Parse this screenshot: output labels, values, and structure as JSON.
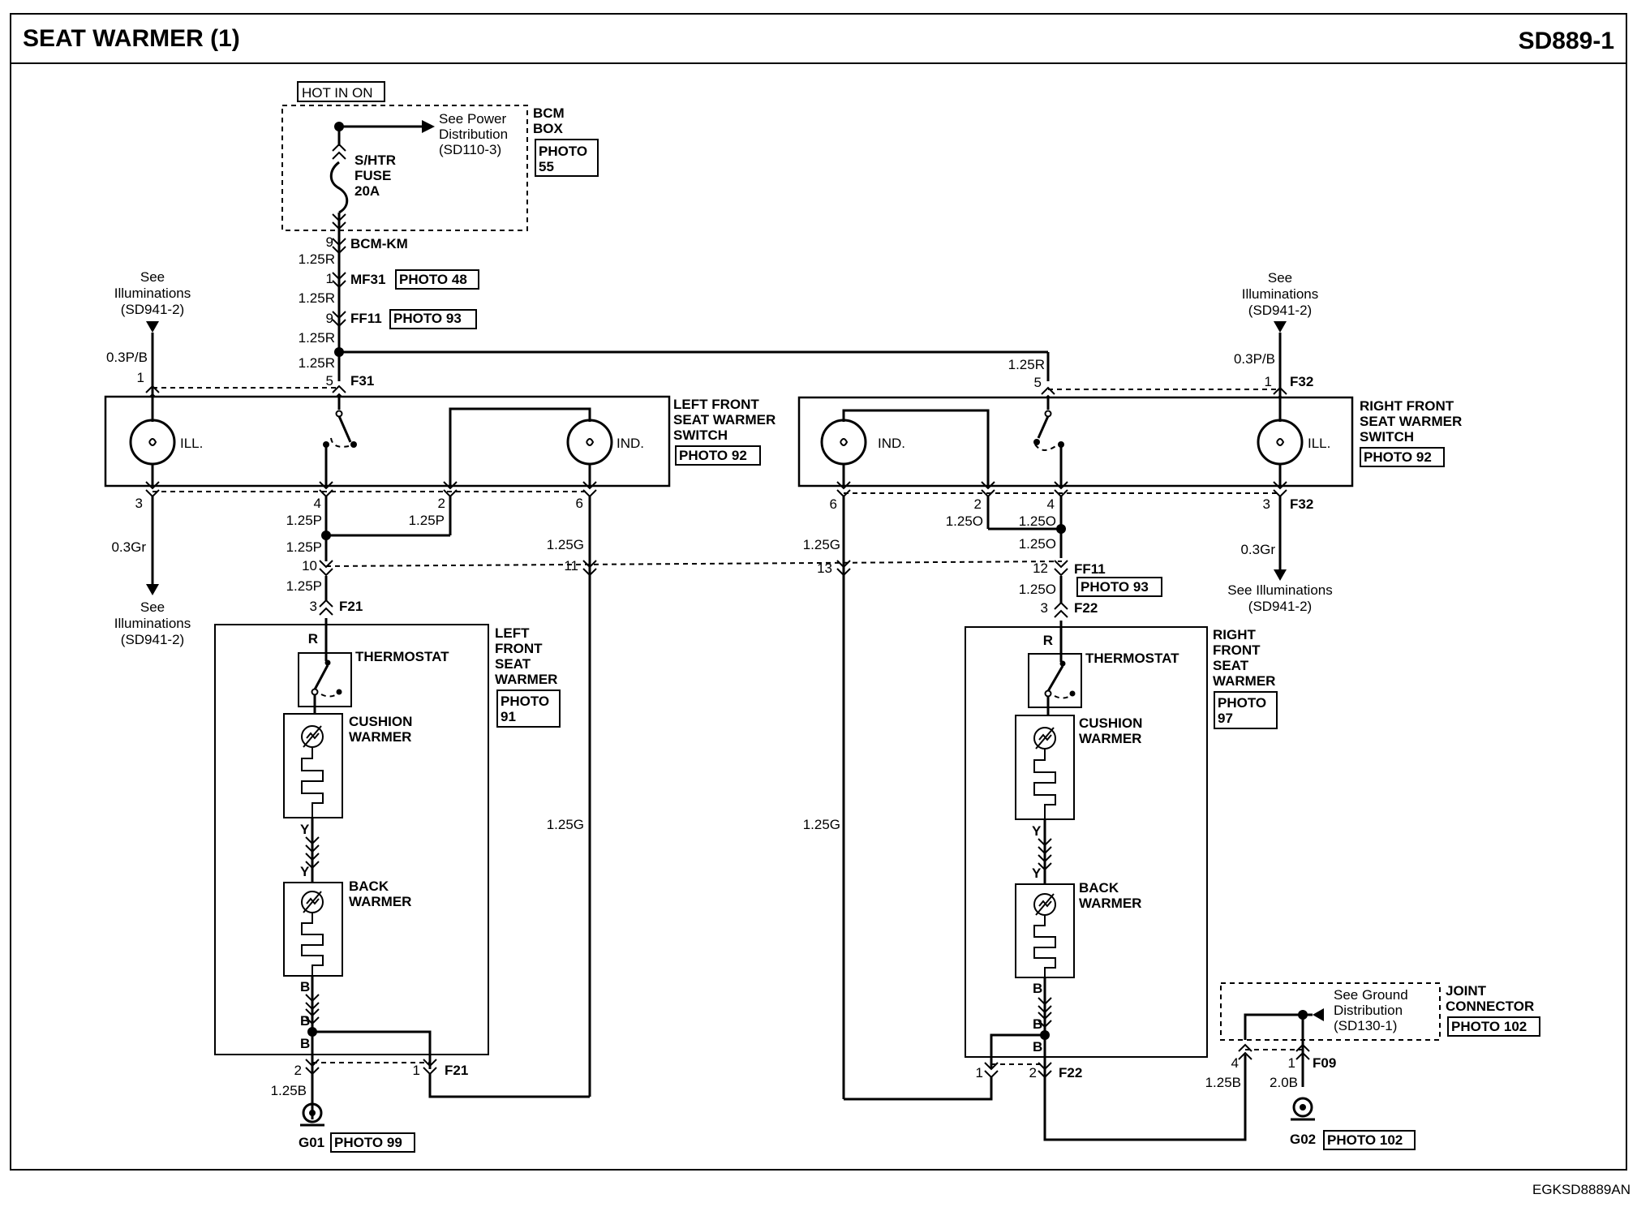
{
  "header": {
    "title": "SEAT WARMER (1)",
    "code": "SD889-1"
  },
  "footer_code": "EGKSD8889AN",
  "power": {
    "hot": "HOT IN ON",
    "see1": "See Power",
    "see2": "Distribution",
    "see3": "(SD110-3)",
    "bcm1": "BCM",
    "bcm2": "BOX",
    "photo55a": "PHOTO",
    "photo55b": "55",
    "fuse1": "S/HTR",
    "fuse2": "FUSE",
    "fuse3": "20A",
    "bcm_km": "BCM-KM",
    "pin9": "9",
    "pin1": "1",
    "pin9b": "9",
    "pin5": "5",
    "w125r": "1.25R",
    "mf31": "MF31",
    "photo48": "PHOTO 48",
    "ff11": "FF11",
    "photo93": "PHOTO 93",
    "f31": "F31",
    "f32": "F32"
  },
  "illum": {
    "see": "See",
    "ill": "Illuminations",
    "sd": "(SD941-2)",
    "see_full": "See Illuminations",
    "p_b": "0.3P/B",
    "gr": "0.3Gr"
  },
  "left_switch": {
    "l1": "LEFT FRONT",
    "l2": "SEAT WARMER",
    "l3": "SWITCH",
    "photo": "PHOTO 92",
    "ill": "ILL.",
    "ind": "IND.",
    "p1": "1",
    "p3": "3",
    "p4": "4",
    "p2": "2",
    "p6": "6",
    "w125p": "1.25P",
    "w125g": "1.25G",
    "p10": "10",
    "p11": "11",
    "f21": "F21",
    "p3b": "3"
  },
  "right_switch": {
    "l1": "RIGHT FRONT",
    "l2": "SEAT WARMER",
    "l3": "SWITCH",
    "photo": "PHOTO 92",
    "ill": "ILL.",
    "ind": "IND.",
    "p5": "5",
    "p1": "1",
    "p6": "6",
    "p2": "2",
    "p4": "4",
    "p3": "3",
    "w125o": "1.25O",
    "w125g": "1.25G",
    "p13": "13",
    "p12": "12",
    "ff11": "FF11",
    "photo93": "PHOTO 93",
    "f22": "F22",
    "p3b": "3"
  },
  "left_seat": {
    "l1": "LEFT",
    "l2": "FRONT",
    "l3": "SEAT",
    "l4": "WARMER",
    "ph1": "PHOTO",
    "ph2": "91",
    "r": "R",
    "thermostat": "THERMOSTAT",
    "cush1": "CUSHION",
    "cush2": "WARMER",
    "y": "Y",
    "back1": "BACK",
    "back2": "WARMER",
    "b": "B",
    "p2": "2",
    "p1": "1",
    "f21": "F21",
    "w125b": "1.25B",
    "g01": "G01",
    "photo99": "PHOTO 99"
  },
  "right_seat": {
    "l1": "RIGHT",
    "l2": "FRONT",
    "l3": "SEAT",
    "l4": "WARMER",
    "ph1": "PHOTO",
    "ph2": "97",
    "r": "R",
    "thermostat": "THERMOSTAT",
    "cush1": "CUSHION",
    "cush2": "WARMER",
    "y": "Y",
    "back1": "BACK",
    "back2": "WARMER",
    "b": "B",
    "p1": "1",
    "p2": "2",
    "f22": "F22"
  },
  "joint": {
    "see1": "See Ground",
    "see2": "Distribution",
    "see3": "(SD130-1)",
    "j1": "JOINT",
    "j2": "CONNECTOR",
    "photo": "PHOTO 102",
    "p4": "4",
    "p1": "1",
    "f09": "F09",
    "w125b": "1.25B",
    "w20b": "2.0B",
    "g02": "G02",
    "photo102": "PHOTO 102"
  }
}
